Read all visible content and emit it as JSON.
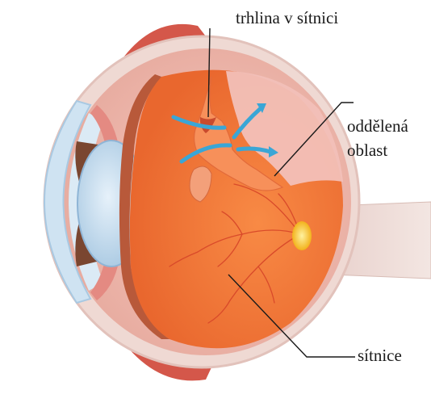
{
  "labels": {
    "retinal_tear": "trhlina v sítnici",
    "detached_area_line1": "oddělená",
    "detached_area_line2": "oblast",
    "retina": "sítnice"
  },
  "colors": {
    "sclera": "#f1d3cc",
    "choroid": "#e98f7a",
    "retina": "#f4773d",
    "detached_retina": "#f7a07a",
    "vitreous_detached": "#f2c0b8",
    "iris": "#7a4630",
    "cornea": "#cfe3f2",
    "lens": "#b9d5ea",
    "optic_disc": "#f6d22c",
    "fluid_arrows": "#3aa6d6",
    "muscle": "#d65a4a",
    "leader_lines": "#1a1a1a"
  }
}
